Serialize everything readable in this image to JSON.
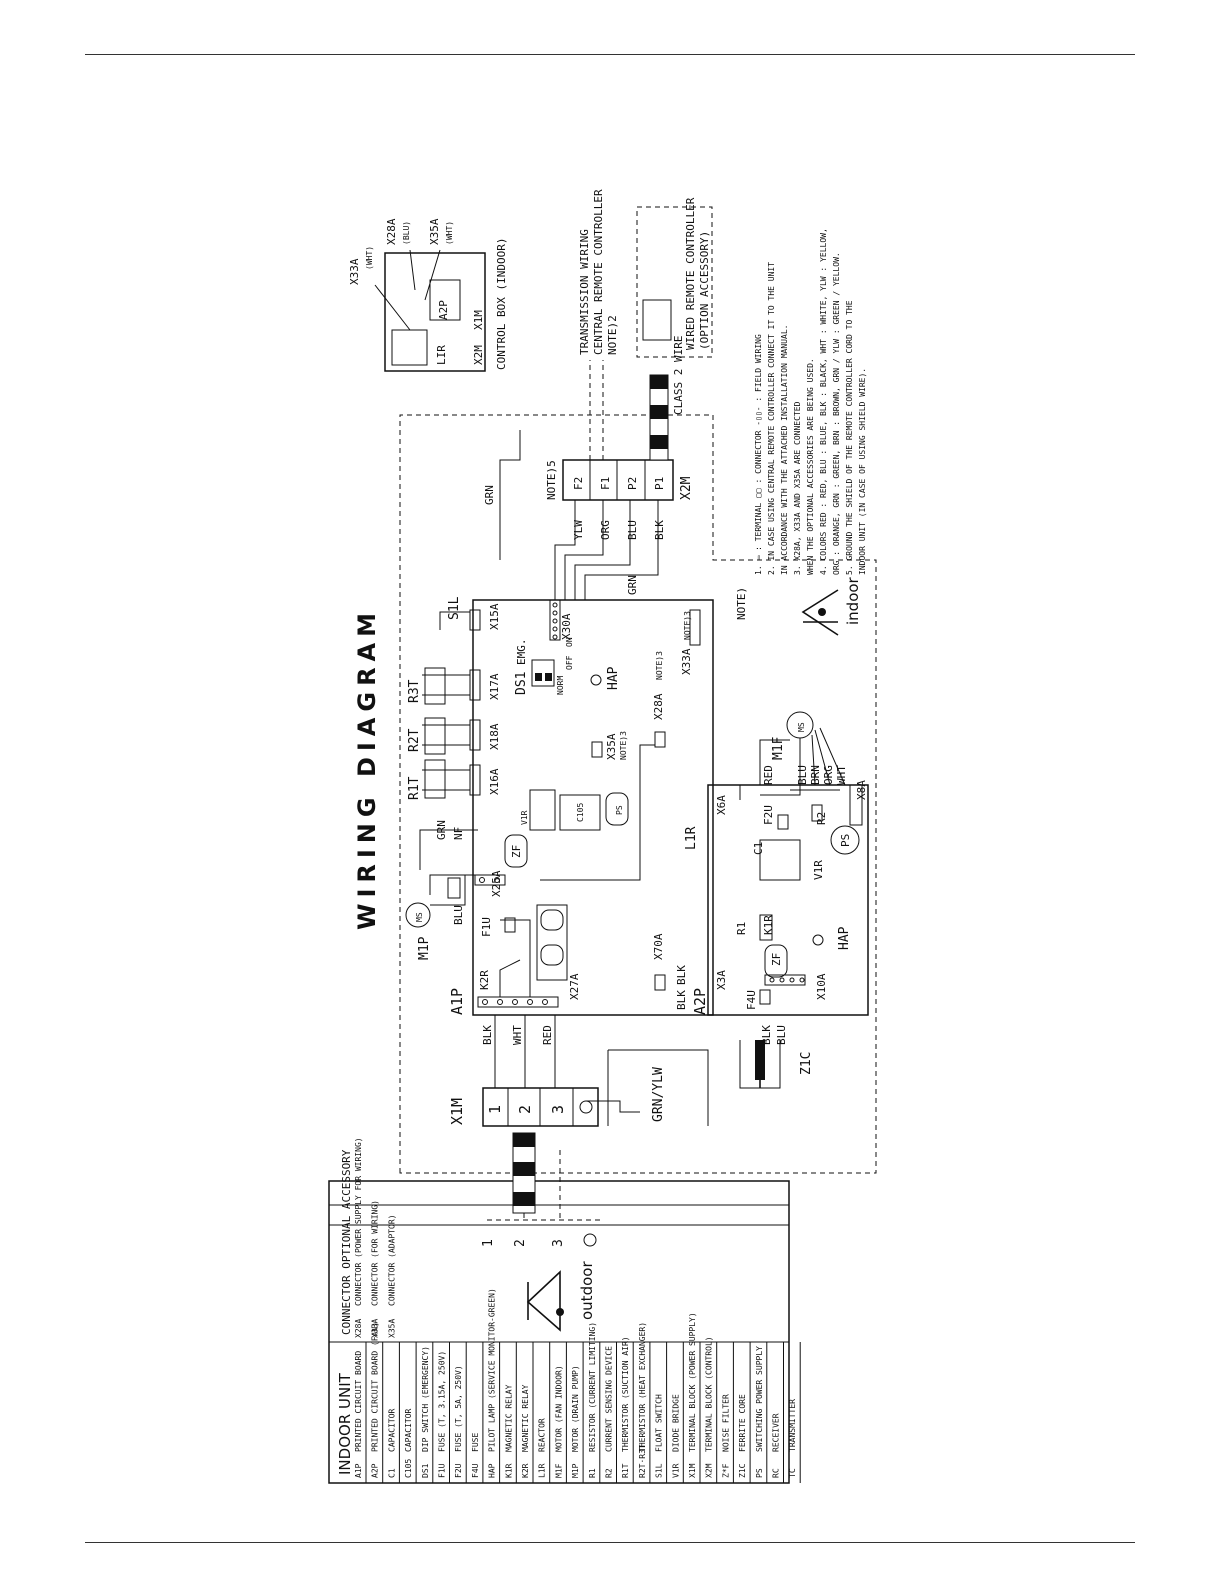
{
  "title": "WIRING DIAGRAM",
  "legend": {
    "header_unit": "INDOOR UNIT",
    "items": [
      {
        "code": "A1P",
        "desc": "PRINTED CIRCUIT BOARD"
      },
      {
        "code": "A2P",
        "desc": "PRINTED CIRCUIT BOARD (FAN)"
      },
      {
        "code": "C1",
        "desc": "CAPACITOR"
      },
      {
        "code": "C105",
        "desc": "CAPACITOR"
      },
      {
        "code": "DS1",
        "desc": "DIP SWITCH (EMERGENCY)"
      },
      {
        "code": "F1U",
        "desc": "FUSE (T, 3.15A, 250V)"
      },
      {
        "code": "F2U",
        "desc": "FUSE (T, 5A, 250V)"
      },
      {
        "code": "F4U",
        "desc": "FUSE"
      },
      {
        "code": "HAP",
        "desc": "PILOT LAMP (SERVICE MONITOR-GREEN)"
      },
      {
        "code": "K1R",
        "desc": "MAGNETIC RELAY"
      },
      {
        "code": "K2R",
        "desc": "MAGNETIC RELAY"
      },
      {
        "code": "L1R",
        "desc": "REACTOR"
      },
      {
        "code": "M1F",
        "desc": "MOTOR (FAN INDOOR)"
      },
      {
        "code": "M1P",
        "desc": "MOTOR (DRAIN PUMP)"
      },
      {
        "code": "R1",
        "desc": "RESISTOR (CURRENT LIMITING)"
      },
      {
        "code": "R2",
        "desc": "CURRENT SENSING DEVICE"
      },
      {
        "code": "R1T",
        "desc": "THERMISTOR (SUCTION AIR)"
      },
      {
        "code": "R2T·R3T",
        "desc": "THERMISTOR (HEAT EXCHANGER)"
      },
      {
        "code": "S1L",
        "desc": "FLOAT SWITCH"
      },
      {
        "code": "V1R",
        "desc": "DIODE BRIDGE"
      },
      {
        "code": "X1M",
        "desc": "TERMINAL BLOCK (POWER SUPPLY)"
      },
      {
        "code": "X2M",
        "desc": "TERMINAL BLOCK (CONTROL)"
      },
      {
        "code": "Z*F",
        "desc": "NOISE FILTER"
      },
      {
        "code": "Z1C",
        "desc": "FERRITE CORE"
      },
      {
        "code": "PS",
        "desc": "SWITCHING POWER SUPPLY"
      },
      {
        "code": "RC",
        "desc": "RECEIVER"
      },
      {
        "code": "TC",
        "desc": "TRANSMITTER"
      }
    ],
    "header_conn": "CONNECTOR OPTIONAL ACCESSORY",
    "connectors": [
      {
        "code": "X28A",
        "desc": "CONNECTOR (POWER SUPPLY FOR WIRING)"
      },
      {
        "code": "X33A",
        "desc": "CONNECTOR (FOR WIRING)"
      },
      {
        "code": "X35A",
        "desc": "CONNECTOR (ADAPTOR)"
      }
    ]
  },
  "labels": {
    "outdoor": "outdoor",
    "indoor": "indoor",
    "x1m": "X1M",
    "t1": "1",
    "t2": "2",
    "t3": "3",
    "grn_ylw": "GRN/YLW",
    "blk": "BLK",
    "wht": "WHT",
    "red": "RED",
    "grn": "GRN",
    "blu": "BLU",
    "ylw": "YLW",
    "org": "ORG",
    "brn": "BRN",
    "a1p": "A1P",
    "a2p": "A2P",
    "k2r": "K2R",
    "x27a": "X27A",
    "m1p": "M1P",
    "ms": "MS",
    "f1u": "F1U",
    "x25a": "X25A",
    "nf": "NF",
    "zf": "ZF",
    "v1r": "V1R",
    "c105": "C105",
    "ps": "PS",
    "r1t": "R1T",
    "r2t": "R2T",
    "r3t": "R3T",
    "x16a": "X16A",
    "x18a": "X18A",
    "x17a": "X17A",
    "x15a": "X15A",
    "s1l": "S1L",
    "ds1": "DS1",
    "emg": "EMG.",
    "norm": "NORM",
    "off": "OFF",
    "on": "ON",
    "hap": "HAP",
    "x35a": "X35A",
    "x28a": "X28A",
    "x30a": "X30A",
    "x33a": "X33A",
    "note3": "NOTE)3",
    "note5": "NOTE)5",
    "x70a": "X70A",
    "x3a": "X3A",
    "f4u": "F4U",
    "x10a": "X10A",
    "r1": "R1",
    "k1r": "K1R",
    "x6a": "X6A",
    "l1r": "L1R",
    "f2u": "F2U",
    "c1": "C1",
    "r2": "R2",
    "x8a": "X8A",
    "m1f": "M1F",
    "z1c": "Z1C",
    "x2m": "X2M",
    "f2": "F2",
    "f1": "F1",
    "p2": "P2",
    "p1": "P1",
    "transmission": "TRANSMISSION WIRING",
    "central_rc": "CENTRAL REMOTE CONTROLLER",
    "note2": "NOTE)2",
    "class2": "CLASS 2 WIRE",
    "wired_rc": "WIRED REMOTE CONTROLLER",
    "option_acc": "(OPTION ACCESSORY)",
    "ctrl_box": "CONTROL BOX (INDOOR)",
    "x33a_wht": "(WHT)",
    "x28a_blu": "(BLU)",
    "x35a_wht": "(WHT)",
    "lir": "LIR",
    "x1m_small": "X1M",
    "x2m_small": "X2M"
  },
  "notes": {
    "head": "NOTE)",
    "lines": [
      "1.  ▭ : TERMINAL  ▢▢ : CONNECTOR  -▯▯- : FIELD WIRING",
      "2.  IN CASE USING CENTRAL REMOTE CONTROLLER CONNECT IT TO THE UNIT",
      "     IN ACCORDANCE WITH THE ATTACHED INSTALLATION MANUAL.",
      "3.  X28A, X33A AND X35A ARE CONNECTED",
      "     WHEN THE OPTIONAL ACCESSORIES ARE BEING USED.",
      "4.  COLORS RED : RED, BLU : BLUE, BLK : BLACK, WHT : WHITE, YLW : YELLOW,",
      "     ORG : ORANGE, GRN : GREEN, BRN : BROWN, GRN / YLW : GREEN / YELLOW.",
      "5.  GROUND THE SHIELD OF THE REMOTE CONTROLLER CORD TO THE",
      "     INDOOR UNIT (IN CASE OF USING SHIELD WIRE)."
    ]
  }
}
